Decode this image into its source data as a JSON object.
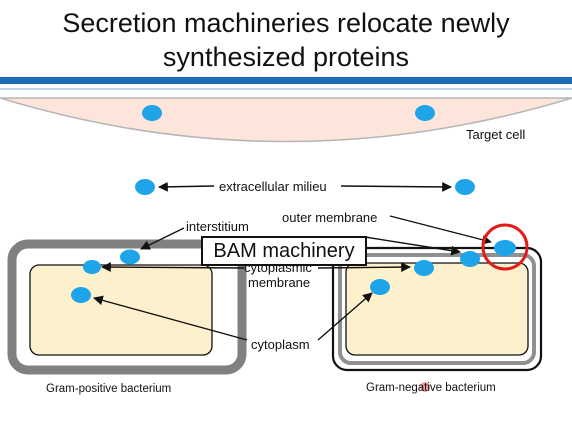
{
  "title": {
    "line1": "Secretion machineries relocate newly",
    "line2": "synthesized proteins"
  },
  "labels": {
    "target_cell": "Target cell",
    "extracellular": "extracellular milieu",
    "interstitium": "interstitium",
    "outer_membrane": "outer membrane",
    "cytoplasmic_membrane_line1": "cytoplasmic",
    "cytoplasmic_membrane_line2": "membrane",
    "cytoplasm": "cytoplasm",
    "gram_positive": "Gram-positive bacterium",
    "gram_negative": "Gram-negative bacterium",
    "bam": "BAM machinery"
  },
  "colors": {
    "header_bar": "#1a6fb6",
    "target_cell": "#fde5dc",
    "cytoplasm_fill": "#fdf0cd",
    "protein": "#1ea4e9",
    "gram_positive_wall": "#808080",
    "highlight_circle": "#e21a1a"
  }
}
